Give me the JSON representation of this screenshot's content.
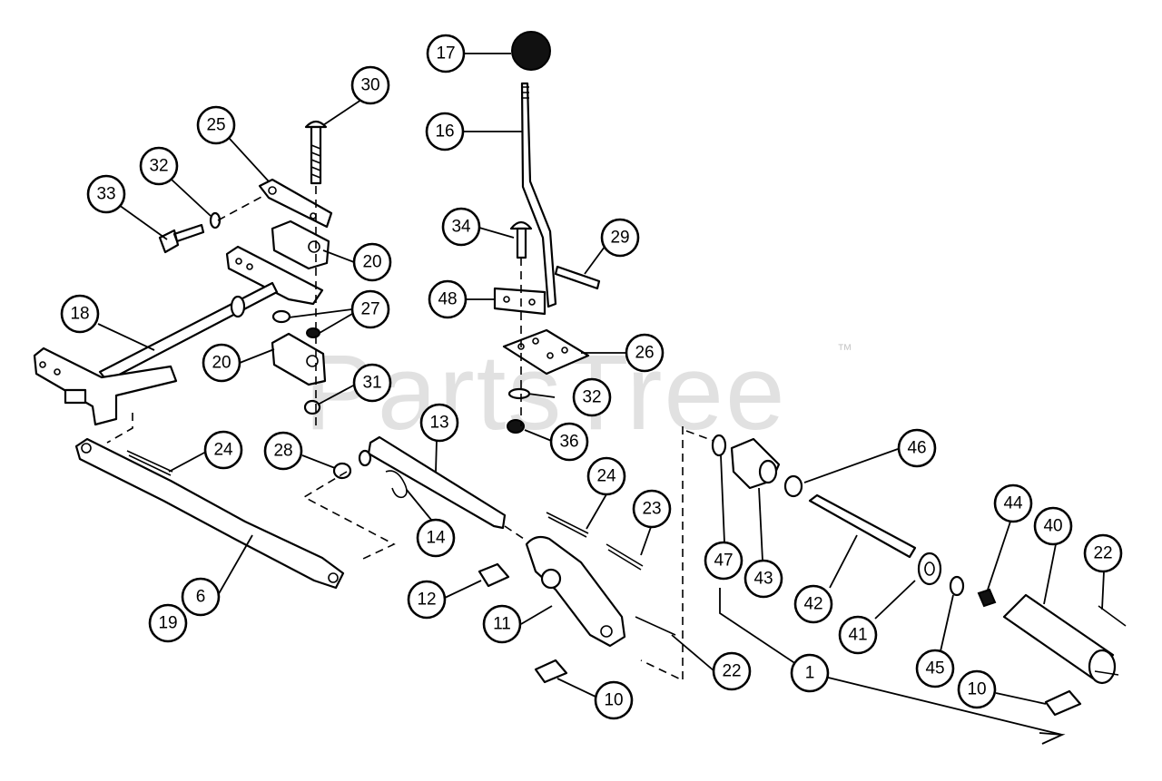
{
  "watermark": {
    "brand": "PartsTree",
    "trademark": "™"
  },
  "colors": {
    "ink": "#000000",
    "paper": "#ffffff",
    "watermark": "#c8c8c8"
  },
  "callouts": [
    {
      "id": "17",
      "label": "17"
    },
    {
      "id": "16",
      "label": "16"
    },
    {
      "id": "30",
      "label": "30"
    },
    {
      "id": "25",
      "label": "25"
    },
    {
      "id": "32a",
      "label": "32"
    },
    {
      "id": "33",
      "label": "33"
    },
    {
      "id": "20a",
      "label": "20"
    },
    {
      "id": "34",
      "label": "34"
    },
    {
      "id": "29",
      "label": "29"
    },
    {
      "id": "48",
      "label": "48"
    },
    {
      "id": "18",
      "label": "18"
    },
    {
      "id": "27",
      "label": "27"
    },
    {
      "id": "26",
      "label": "26"
    },
    {
      "id": "20b",
      "label": "20"
    },
    {
      "id": "31",
      "label": "31"
    },
    {
      "id": "32b",
      "label": "32"
    },
    {
      "id": "13",
      "label": "13"
    },
    {
      "id": "36",
      "label": "36"
    },
    {
      "id": "24a",
      "label": "24"
    },
    {
      "id": "28",
      "label": "28"
    },
    {
      "id": "46",
      "label": "46"
    },
    {
      "id": "24b",
      "label": "24"
    },
    {
      "id": "23",
      "label": "23"
    },
    {
      "id": "44",
      "label": "44"
    },
    {
      "id": "40",
      "label": "40"
    },
    {
      "id": "14",
      "label": "14"
    },
    {
      "id": "22a",
      "label": "22"
    },
    {
      "id": "47",
      "label": "47"
    },
    {
      "id": "43",
      "label": "43"
    },
    {
      "id": "6",
      "label": "6"
    },
    {
      "id": "12",
      "label": "12"
    },
    {
      "id": "42",
      "label": "42"
    },
    {
      "id": "19",
      "label": "19"
    },
    {
      "id": "11",
      "label": "11"
    },
    {
      "id": "41",
      "label": "41"
    },
    {
      "id": "45",
      "label": "45"
    },
    {
      "id": "22b",
      "label": "22"
    },
    {
      "id": "1",
      "label": "1"
    },
    {
      "id": "10a",
      "label": "10"
    },
    {
      "id": "10b",
      "label": "10"
    }
  ]
}
